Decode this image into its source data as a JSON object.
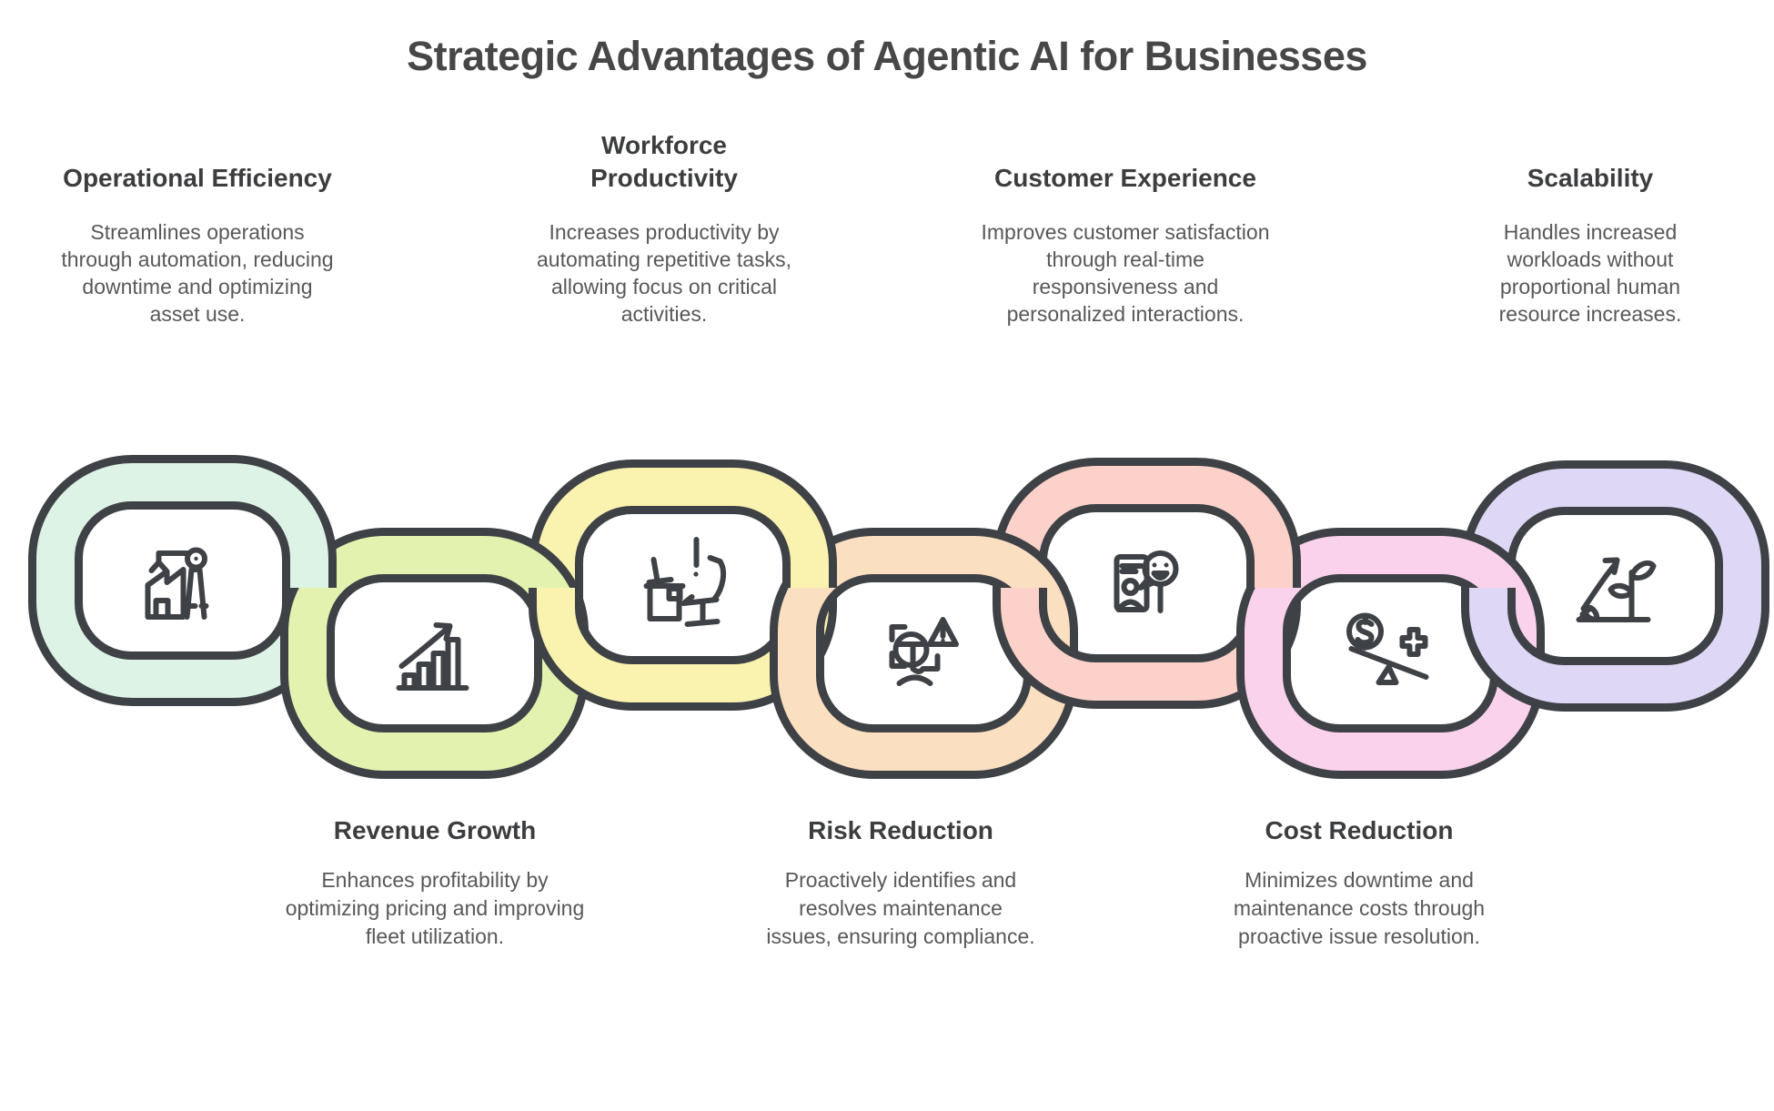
{
  "title": "Strategic Advantages of Agentic AI for Businesses",
  "chain": {
    "outline_color": "#3e4145",
    "background_color": "#ffffff"
  },
  "items": [
    {
      "id": "operational-efficiency",
      "row": "top",
      "heading": "Operational Efficiency",
      "description": "Streamlines operations through automation, reducing downtime and optimizing asset use.",
      "color": "#dcf3e6",
      "icon": "factory-crane-icon"
    },
    {
      "id": "revenue-growth",
      "row": "bottom",
      "heading": "Revenue Growth",
      "description": "Enhances profitability by optimizing pricing and improving fleet utilization.",
      "color": "#e4f2b0",
      "icon": "growth-chart-icon"
    },
    {
      "id": "workforce-productivity",
      "row": "top",
      "heading": "Workforce Productivity",
      "description": "Increases productivity by automating repetitive tasks, allowing focus on critical activities.",
      "color": "#faf2af",
      "icon": "workspace-desk-icon"
    },
    {
      "id": "risk-reduction",
      "row": "bottom",
      "heading": "Risk Reduction",
      "description": "Proactively identifies and resolves maintenance issues, ensuring compliance.",
      "color": "#fadfc1",
      "icon": "risk-warning-icon"
    },
    {
      "id": "customer-experience",
      "row": "top",
      "heading": "Customer Experience",
      "description": "Improves customer satisfaction through real-time responsiveness and personalized interactions.",
      "color": "#fbd1ca",
      "icon": "customer-chat-icon"
    },
    {
      "id": "cost-reduction",
      "row": "bottom",
      "heading": "Cost Reduction",
      "description": "Minimizes downtime and maintenance costs through proactive issue resolution.",
      "color": "#fad2ec",
      "icon": "cost-balance-icon"
    },
    {
      "id": "scalability",
      "row": "top",
      "heading": "Scalability",
      "description": "Handles increased workloads without proportional human resource increases.",
      "color": "#ded8f6",
      "icon": "scalability-plant-icon"
    }
  ]
}
